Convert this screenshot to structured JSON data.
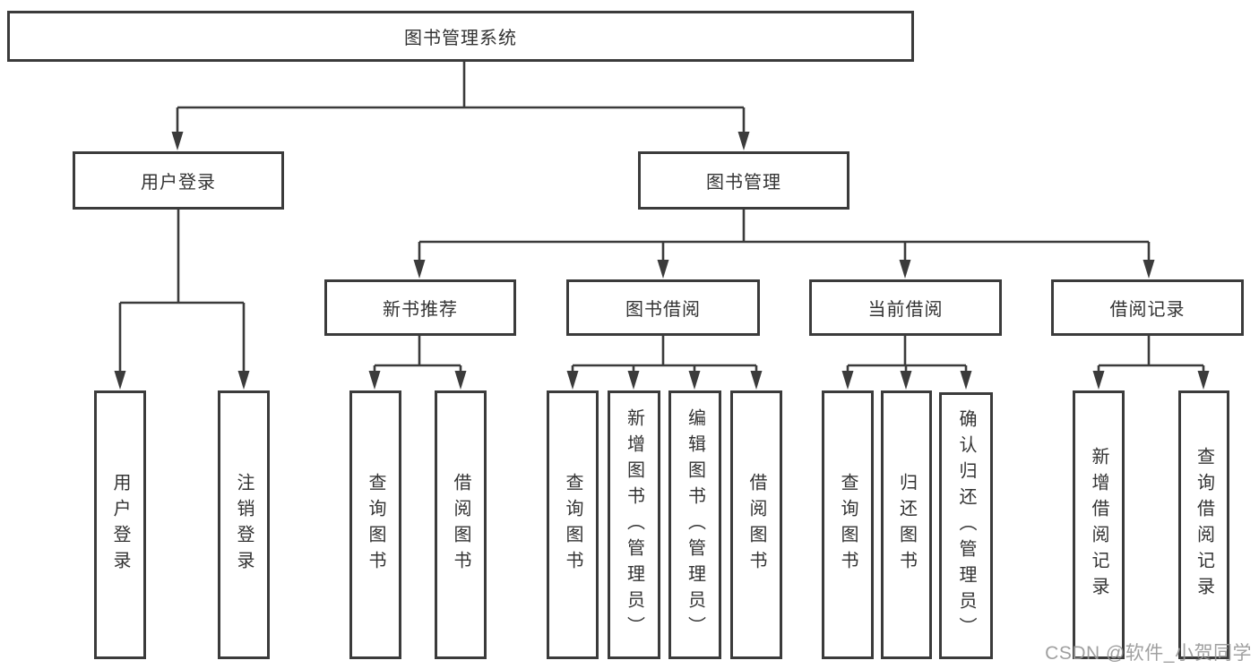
{
  "diagram": {
    "tree": {
      "root": {
        "label": "图书管理系统",
        "children": [
          {
            "label": "用户登录",
            "children": [
              {
                "label": "用户登录"
              },
              {
                "label": "注销登录"
              }
            ]
          },
          {
            "label": "图书管理",
            "children": [
              {
                "label": "新书推荐",
                "children": [
                  {
                    "label": "查询图书"
                  },
                  {
                    "label": "借阅图书"
                  }
                ]
              },
              {
                "label": "图书借阅",
                "children": [
                  {
                    "label": "查询图书"
                  },
                  {
                    "label": "新增图书（管理员）"
                  },
                  {
                    "label": "编辑图书（管理员）"
                  },
                  {
                    "label": "借阅图书"
                  }
                ]
              },
              {
                "label": "当前借阅",
                "children": [
                  {
                    "label": "查询图书"
                  },
                  {
                    "label": "归还图书"
                  },
                  {
                    "label": "确认归还（管理员）"
                  }
                ]
              },
              {
                "label": "借阅记录",
                "children": [
                  {
                    "label": "新增借阅记录"
                  },
                  {
                    "label": "查询借阅记录"
                  }
                ]
              }
            ]
          }
        ]
      }
    },
    "colors": {
      "line": "#3b3b3b",
      "box_border": "#3b3b3b",
      "text": "#333333",
      "background": "#ffffff",
      "watermark": "#989898"
    }
  },
  "watermark": {
    "text": "CSDN @软件_小贺同学"
  }
}
